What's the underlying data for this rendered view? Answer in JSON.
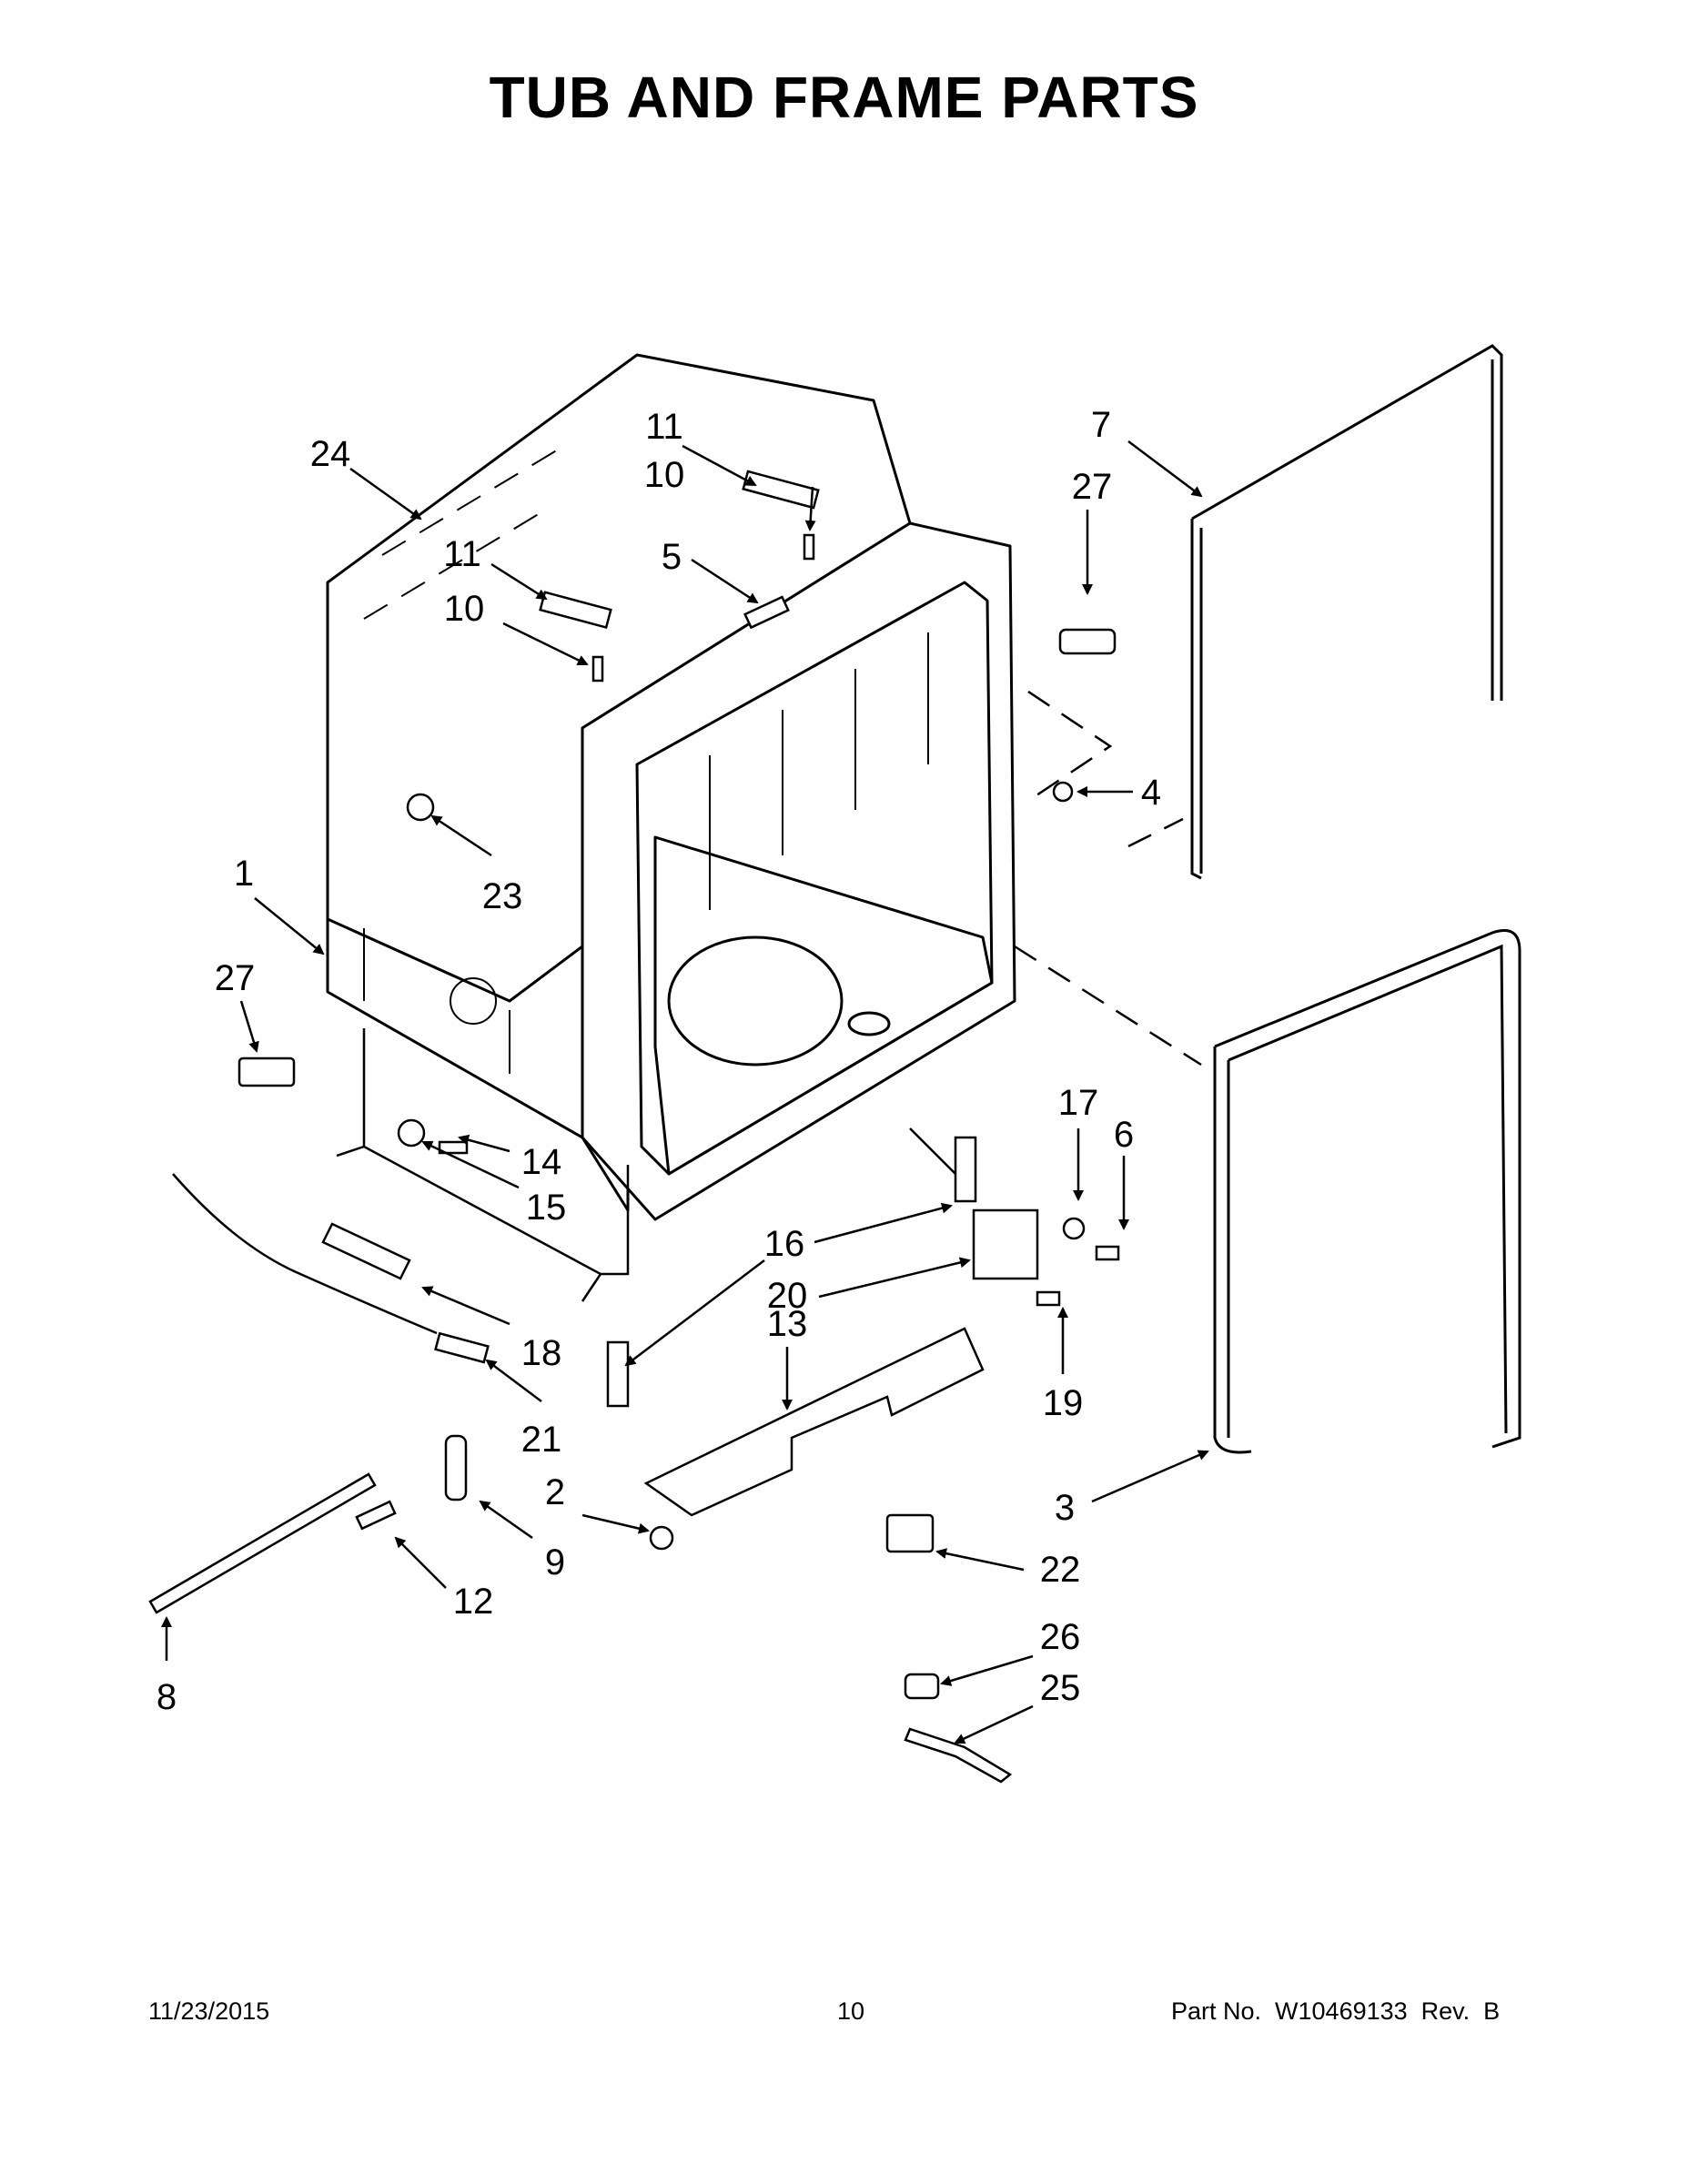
{
  "title": "TUB AND FRAME PARTS",
  "callouts": [
    "1",
    "2",
    "3",
    "4",
    "5",
    "6",
    "7",
    "8",
    "9",
    "10",
    "10",
    "11",
    "11",
    "12",
    "13",
    "14",
    "15",
    "16",
    "17",
    "18",
    "19",
    "20",
    "21",
    "22",
    "23",
    "24",
    "25",
    "26",
    "27",
    "27"
  ],
  "footer": {
    "date": "11/23/2015",
    "page": "10",
    "part": "Part No.  W10469133  Rev.  B"
  }
}
